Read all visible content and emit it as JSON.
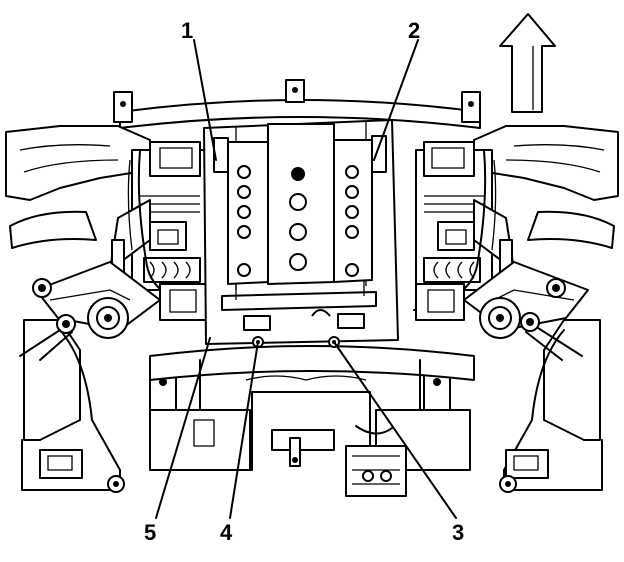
{
  "callouts": [
    {
      "id": "1",
      "label": "1"
    },
    {
      "id": "2",
      "label": "2"
    },
    {
      "id": "3",
      "label": "3"
    },
    {
      "id": "4",
      "label": "4"
    },
    {
      "id": "5",
      "label": "5"
    }
  ],
  "direction_arrow": {
    "icon": "up-arrow-icon",
    "meaning": "front"
  }
}
